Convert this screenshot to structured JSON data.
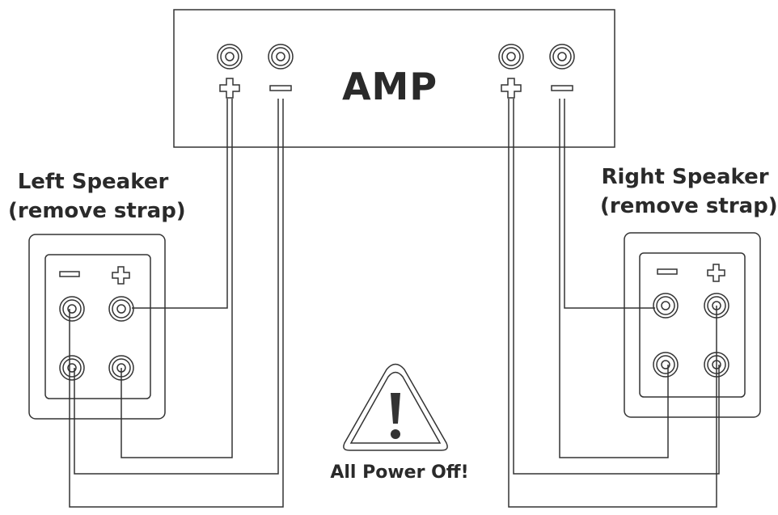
{
  "amp": {
    "label": "AMP"
  },
  "left_speaker": {
    "title": "Left Speaker",
    "subtitle": "(remove strap)"
  },
  "right_speaker": {
    "title": "Right Speaker",
    "subtitle": "(remove strap)"
  },
  "warning": {
    "text": "All Power Off!",
    "icon": "warning-triangle-icon"
  },
  "colors": {
    "line": "#333333",
    "background": "#ffffff"
  }
}
